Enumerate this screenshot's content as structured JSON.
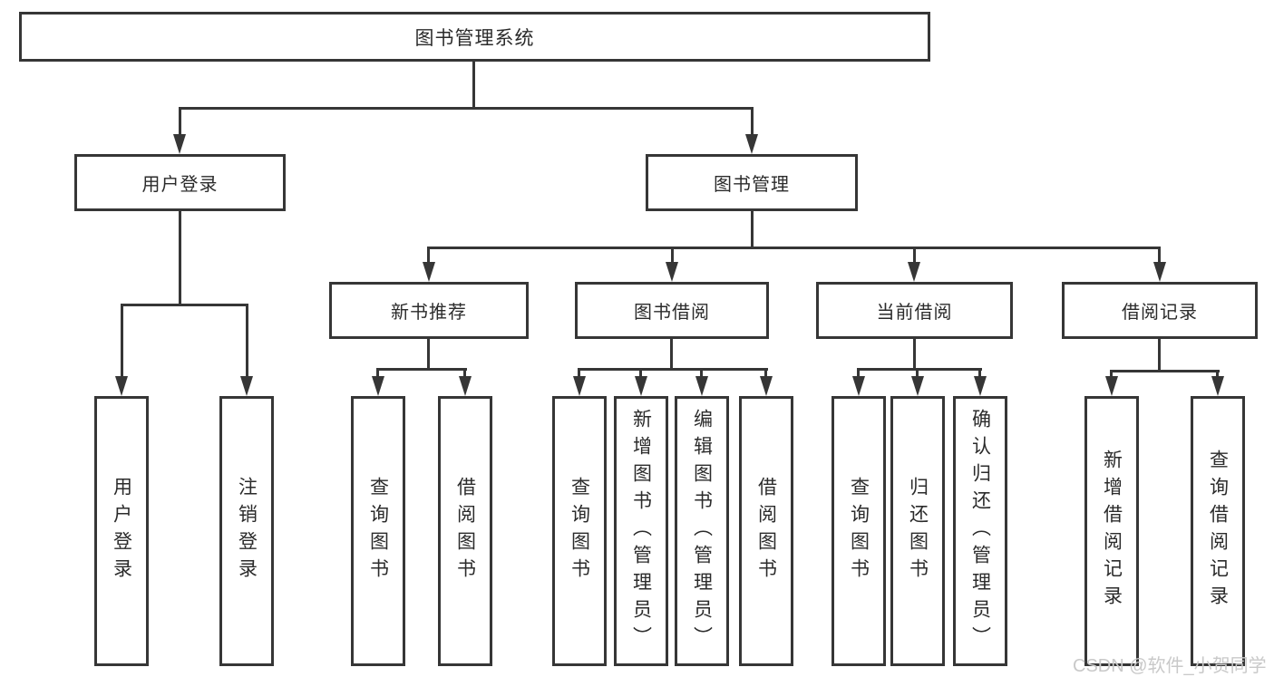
{
  "watermark": {
    "text": "CSDN @软件_小贺同学"
  },
  "colors": {
    "line": "#363636",
    "box_border": "#363636",
    "box_fill": "#ffffff",
    "text": "#2b2b2b",
    "watermark_text": "#c9c9c9",
    "background": "#ffffff"
  },
  "tree": {
    "root": {
      "label": "图书管理系统",
      "children": [
        {
          "label": "用户登录",
          "children": [
            {
              "label": "用户登录"
            },
            {
              "label": "注销登录"
            }
          ]
        },
        {
          "label": "图书管理",
          "children": [
            {
              "label": "新书推荐",
              "children": [
                {
                  "label": "查询图书"
                },
                {
                  "label": "借阅图书"
                }
              ]
            },
            {
              "label": "图书借阅",
              "children": [
                {
                  "label": "查询图书"
                },
                {
                  "label": "新增图书（管理员）"
                },
                {
                  "label": "编辑图书（管理员）"
                },
                {
                  "label": "借阅图书"
                }
              ]
            },
            {
              "label": "当前借阅",
              "children": [
                {
                  "label": "查询图书"
                },
                {
                  "label": "归还图书"
                },
                {
                  "label": "确认归还（管理员）"
                }
              ]
            },
            {
              "label": "借阅记录",
              "children": [
                {
                  "label": "新增借阅记录"
                },
                {
                  "label": "查询借阅记录"
                }
              ]
            }
          ]
        }
      ]
    }
  }
}
